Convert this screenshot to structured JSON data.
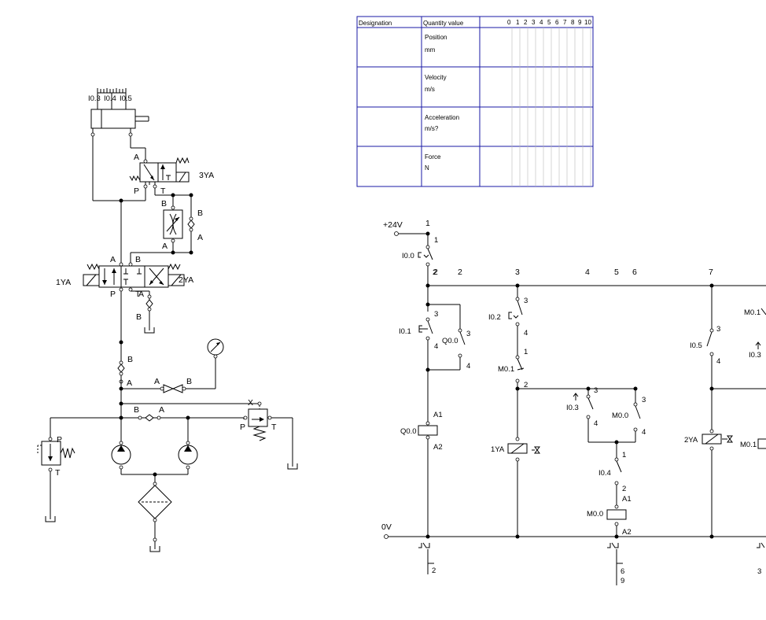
{
  "state_table": {
    "header": {
      "designation": "Designation",
      "quantity": "Quantity value",
      "scale": [
        "0",
        "1",
        "2",
        "3",
        "4",
        "5",
        "6",
        "7",
        "8",
        "9",
        "10"
      ]
    },
    "rows": [
      {
        "quantity": "Position",
        "unit": "mm"
      },
      {
        "quantity": "Velocity",
        "unit": "m/s"
      },
      {
        "quantity": "Acceleration",
        "unit": "m/s?"
      },
      {
        "quantity": "Force",
        "unit": "N"
      }
    ]
  },
  "hydraulic": {
    "cylinder_sensors": [
      "I0.3",
      "I0.4",
      "I0.5"
    ],
    "valve_3ya": {
      "coil": "3YA",
      "port_a": "A",
      "port_p": "P",
      "port_t": "T"
    },
    "flow_valve": {
      "port_a": "A",
      "port_b": "B",
      "check_a": "A",
      "check_b": "B"
    },
    "valve_main": {
      "coil_left": "1YA",
      "coil_right": "2YA",
      "port_a": "A",
      "port_b": "B",
      "port_p": "P",
      "port_t": "T"
    },
    "check_small": {
      "port_a": "A",
      "port_b": "B"
    },
    "check_main": {
      "port_a": "A",
      "port_b": "B"
    },
    "shutoff_valve": {
      "port_a": "A",
      "port_b": "B"
    },
    "check_bridge": {
      "port_a": "B",
      "port_b": "A"
    },
    "relief_left": {
      "port_p": "P",
      "port_t": "T"
    },
    "relief_right": {
      "port_x": "X",
      "port_p": "P",
      "port_t": "T"
    }
  },
  "electrical": {
    "supply_pos": "+24V",
    "supply_neg": "0V",
    "column_numbers": [
      "1",
      "2",
      "2",
      "3",
      "4",
      "5",
      "6",
      "7"
    ],
    "contacts": {
      "i00": {
        "name": "I0.0",
        "pin_top": "1",
        "pin_bot": "2"
      },
      "i01": {
        "name": "I0.1",
        "pin_top": "3",
        "pin_bot": "4"
      },
      "q00c": {
        "name": "Q0.0",
        "pin_top": "3",
        "pin_bot": "4"
      },
      "i02": {
        "name": "I0.2",
        "pin_top": "3",
        "pin_bot": "4"
      },
      "m01a": {
        "name": "M0.1",
        "pin_top": "1",
        "pin_bot": "2"
      },
      "i03": {
        "name": "I0.3",
        "pin_top": "3",
        "pin_bot": "4"
      },
      "m00c": {
        "name": "M0.0",
        "pin_top": "3",
        "pin_bot": "4"
      },
      "i04": {
        "name": "I0.4",
        "pin_top": "1",
        "pin_bot": "2"
      },
      "i05": {
        "name": "I0.5",
        "pin_top": "3",
        "pin_bot": "4"
      },
      "m01b": {
        "name": "M0.1"
      },
      "i03b": {
        "name": "I0.3"
      }
    },
    "coils": {
      "q00": {
        "name": "Q0.0",
        "a1": "A1",
        "a2": "A2"
      },
      "ya1": {
        "name": "1YA"
      },
      "m00": {
        "name": "M0.0",
        "a1": "A1",
        "a2": "A2"
      },
      "ya2": {
        "name": "2YA"
      },
      "m01": {
        "name": "M0.1"
      }
    },
    "cross_refs": {
      "col1": "2",
      "col5a": "6",
      "col5b": "9",
      "col7": "3"
    }
  }
}
